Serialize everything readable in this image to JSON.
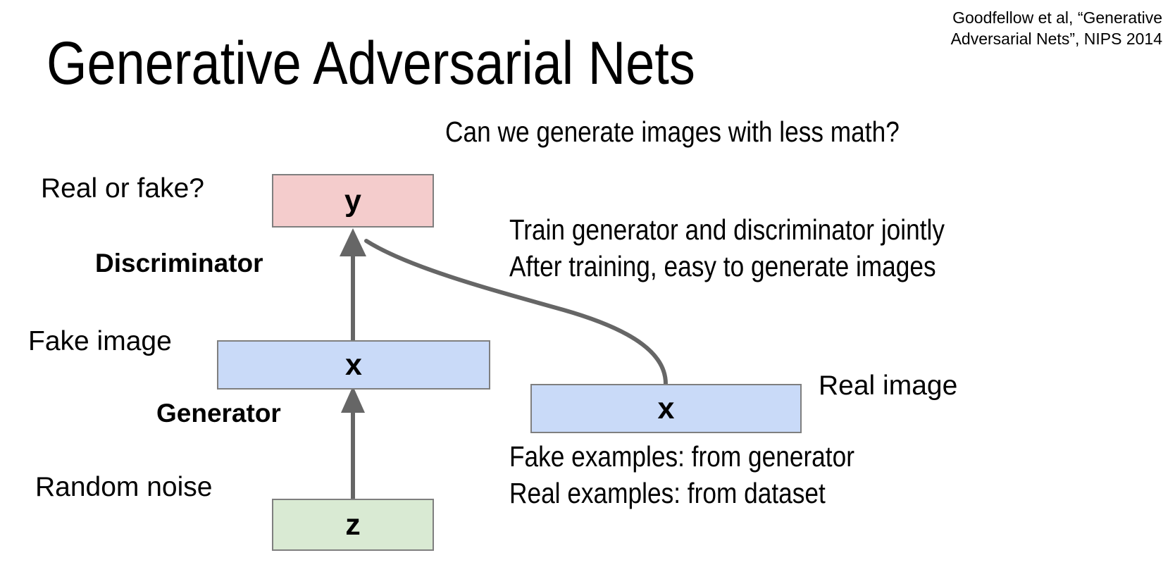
{
  "slide": {
    "title": "Generative Adversarial Nets",
    "citation": "Goodfellow et al, “Generative\nAdversarial Nets”, NIPS 2014",
    "question": "Can we generate images with less math?",
    "train_note": "Train generator and discriminator jointly\nAfter training, easy to generate images",
    "examples_note": "Fake examples: from generator\nReal examples: from dataset"
  },
  "diagram": {
    "nodes": [
      {
        "id": "y",
        "label": "y",
        "color": "#f4cccc",
        "left_label": "Real or fake?"
      },
      {
        "id": "x_fake",
        "label": "x",
        "color": "#c9daf8",
        "left_label": "Fake image"
      },
      {
        "id": "z",
        "label": "z",
        "color": "#d9ead3",
        "left_label": "Random noise"
      },
      {
        "id": "x_real",
        "label": "x",
        "color": "#c9daf8",
        "right_label": "Real image"
      }
    ],
    "labels": {
      "real_or_fake": "Real or fake?",
      "fake_image": "Fake image",
      "random_noise": "Random noise",
      "real_image": "Real image",
      "discriminator": "Discriminator",
      "generator": "Generator"
    },
    "edge_color": "#666666",
    "border_color": "#7f7f7f"
  }
}
